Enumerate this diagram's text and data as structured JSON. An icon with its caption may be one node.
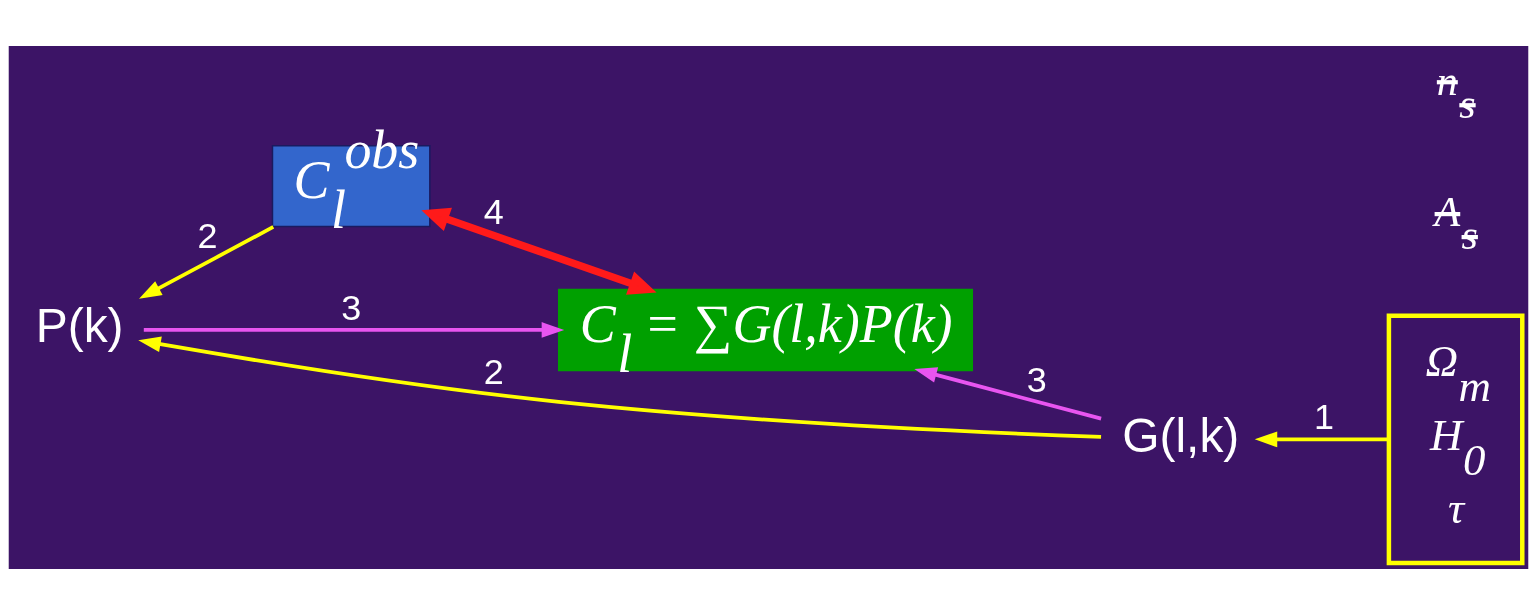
{
  "diagram": {
    "nodes": [
      {
        "text": [
          "C$_{l}$ = ∑G(l,k)P(k)"
        ]
      },
      {
        "text": [
          "G(l,k)"
        ]
      },
      {
        "text": [
          "P(k)"
        ]
      },
      {
        "text": [
          "C$_{l}$$^{obs}$"
        ]
      },
      {
        "text": [
          "Ω$_{m}$",
          "H$_{0}$",
          "τ"
        ]
      }
    ],
    "edges": [
      {
        "from": 4,
        "to": 1,
        "arrow": "to",
        "label": "1"
      },
      {
        "from": 1,
        "to": 2,
        "arrow": "to",
        "label": "2"
      },
      {
        "from": 3,
        "to": 2,
        "arrow": "to",
        "label": "2"
      },
      {
        "from": 1,
        "to": 0,
        "arrow": "to",
        "label": "3",
        "color": "#e855f0"
      },
      {
        "from": 2,
        "to": 0,
        "arrow": "to",
        "label": "3",
        "color": "#e855f0"
      },
      {
        "from": 0,
        "to": 3,
        "arrow": "both",
        "label": "4",
        "color": "#ff1a1a",
        "style": "thick"
      }
    ],
    "labels": [
      "A$_{s}$",
      "n$_{s}$"
    ]
  }
}
